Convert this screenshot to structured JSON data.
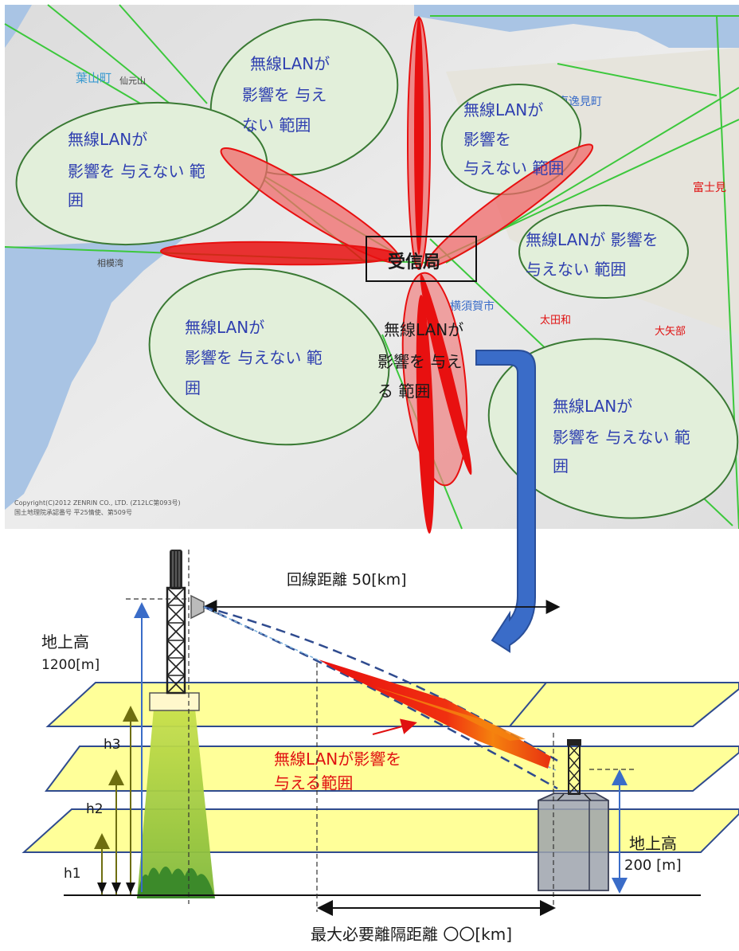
{
  "map": {
    "zones": [
      [
        "無線LANが",
        "影響を 与え",
        "ない 範囲"
      ],
      [
        "無線LANが",
        "影響を 与えない 範",
        "囲"
      ],
      [
        "無線LANが",
        "影響を",
        "与えない 範囲"
      ],
      [
        "無線LANが 影響を",
        "与えない 範囲"
      ],
      [
        "無線LANが",
        "影響を 与えない 範",
        "囲"
      ],
      [
        "無線LANが",
        "影響を 与えない 範",
        "囲"
      ]
    ],
    "affected": [
      "無線LANが",
      "影響を 与え",
      "る 範囲"
    ],
    "station": "受信局",
    "labels": {
      "hayama": "葉山町",
      "yokosuka": "横須賀市",
      "sagamiwan": "相模湾",
      "higashiuraga": "東逸見町",
      "fujimi": "富士見",
      "otawa": "太田和",
      "oyabe": "大矢部",
      "senganyama": "仙元山",
      "copyright1": "Copyright(C)2012 ZENRIN CO., LTD. (Z12LC第093号)",
      "copyright2": "国土地理院承認番号 平25情使、第509号"
    }
  },
  "diagram": {
    "line_distance": "回線距離 50[km]",
    "tx_height_label": "地上高",
    "tx_height_value": "1200[m]",
    "rx_height_label": "地上高",
    "rx_height_value": "200 [m]",
    "affected_label": [
      "無線LANが影響を",
      "与える範囲"
    ],
    "separation": "最大必要離隔距離 〇〇[km]",
    "h_labels": [
      "h1",
      "h2",
      "h3"
    ]
  },
  "colors": {
    "zone_fill": "#e2efda",
    "zone_stroke": "#3a7a34",
    "beam_red": "#e81010",
    "plane_fill": "#ffff99",
    "plane_stroke": "#2f4b8f",
    "arrow_blue": "#3a6cc8"
  }
}
